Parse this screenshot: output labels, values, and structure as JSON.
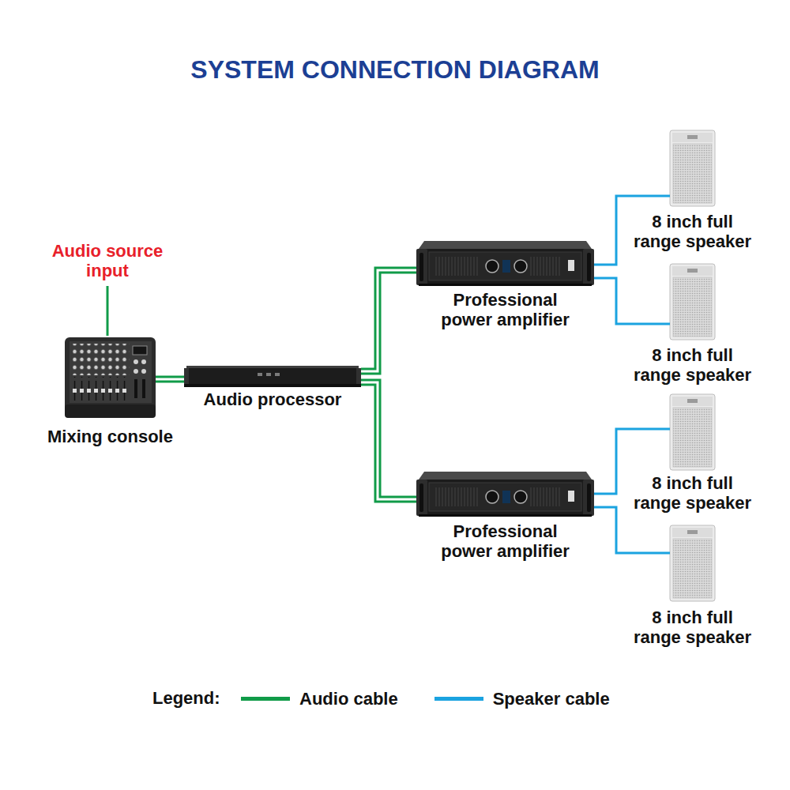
{
  "diagram": {
    "title": "SYSTEM CONNECTION DIAGRAM",
    "nodes": [
      {
        "text": [
          "Mixing console"
        ]
      },
      {
        "text": [
          "Audio processor"
        ]
      },
      {
        "text": [
          "Professional power amplifier"
        ]
      },
      {
        "text": [
          "8 inch full range speaker"
        ]
      },
      {
        "text": [
          "8 inch full range speaker"
        ]
      },
      {
        "text": [
          "Professional power amplifier"
        ]
      },
      {
        "text": [
          "8 inch full range speaker"
        ]
      },
      {
        "text": [
          "8 inch full range speaker"
        ]
      }
    ],
    "edges": [
      {
        "from": 0,
        "to": 1,
        "arrow": "none"
      },
      {
        "from": 1,
        "to": 2,
        "arrow": "none"
      },
      {
        "from": 1,
        "to": 5,
        "arrow": "none"
      },
      {
        "from": 2,
        "to": 3,
        "arrow": "none"
      },
      {
        "from": 2,
        "to": 4,
        "arrow": "none"
      },
      {
        "from": 5,
        "to": 6,
        "arrow": "none"
      },
      {
        "from": 5,
        "to": 7,
        "arrow": "none"
      }
    ],
    "labels": [
      "Audio source input",
      "Legend:"
    ],
    "legend": [
      {
        "text": "Audio cable",
        "color": "#109b48"
      },
      {
        "text": "Speaker cable",
        "color": "#1ba3e0"
      }
    ]
  }
}
